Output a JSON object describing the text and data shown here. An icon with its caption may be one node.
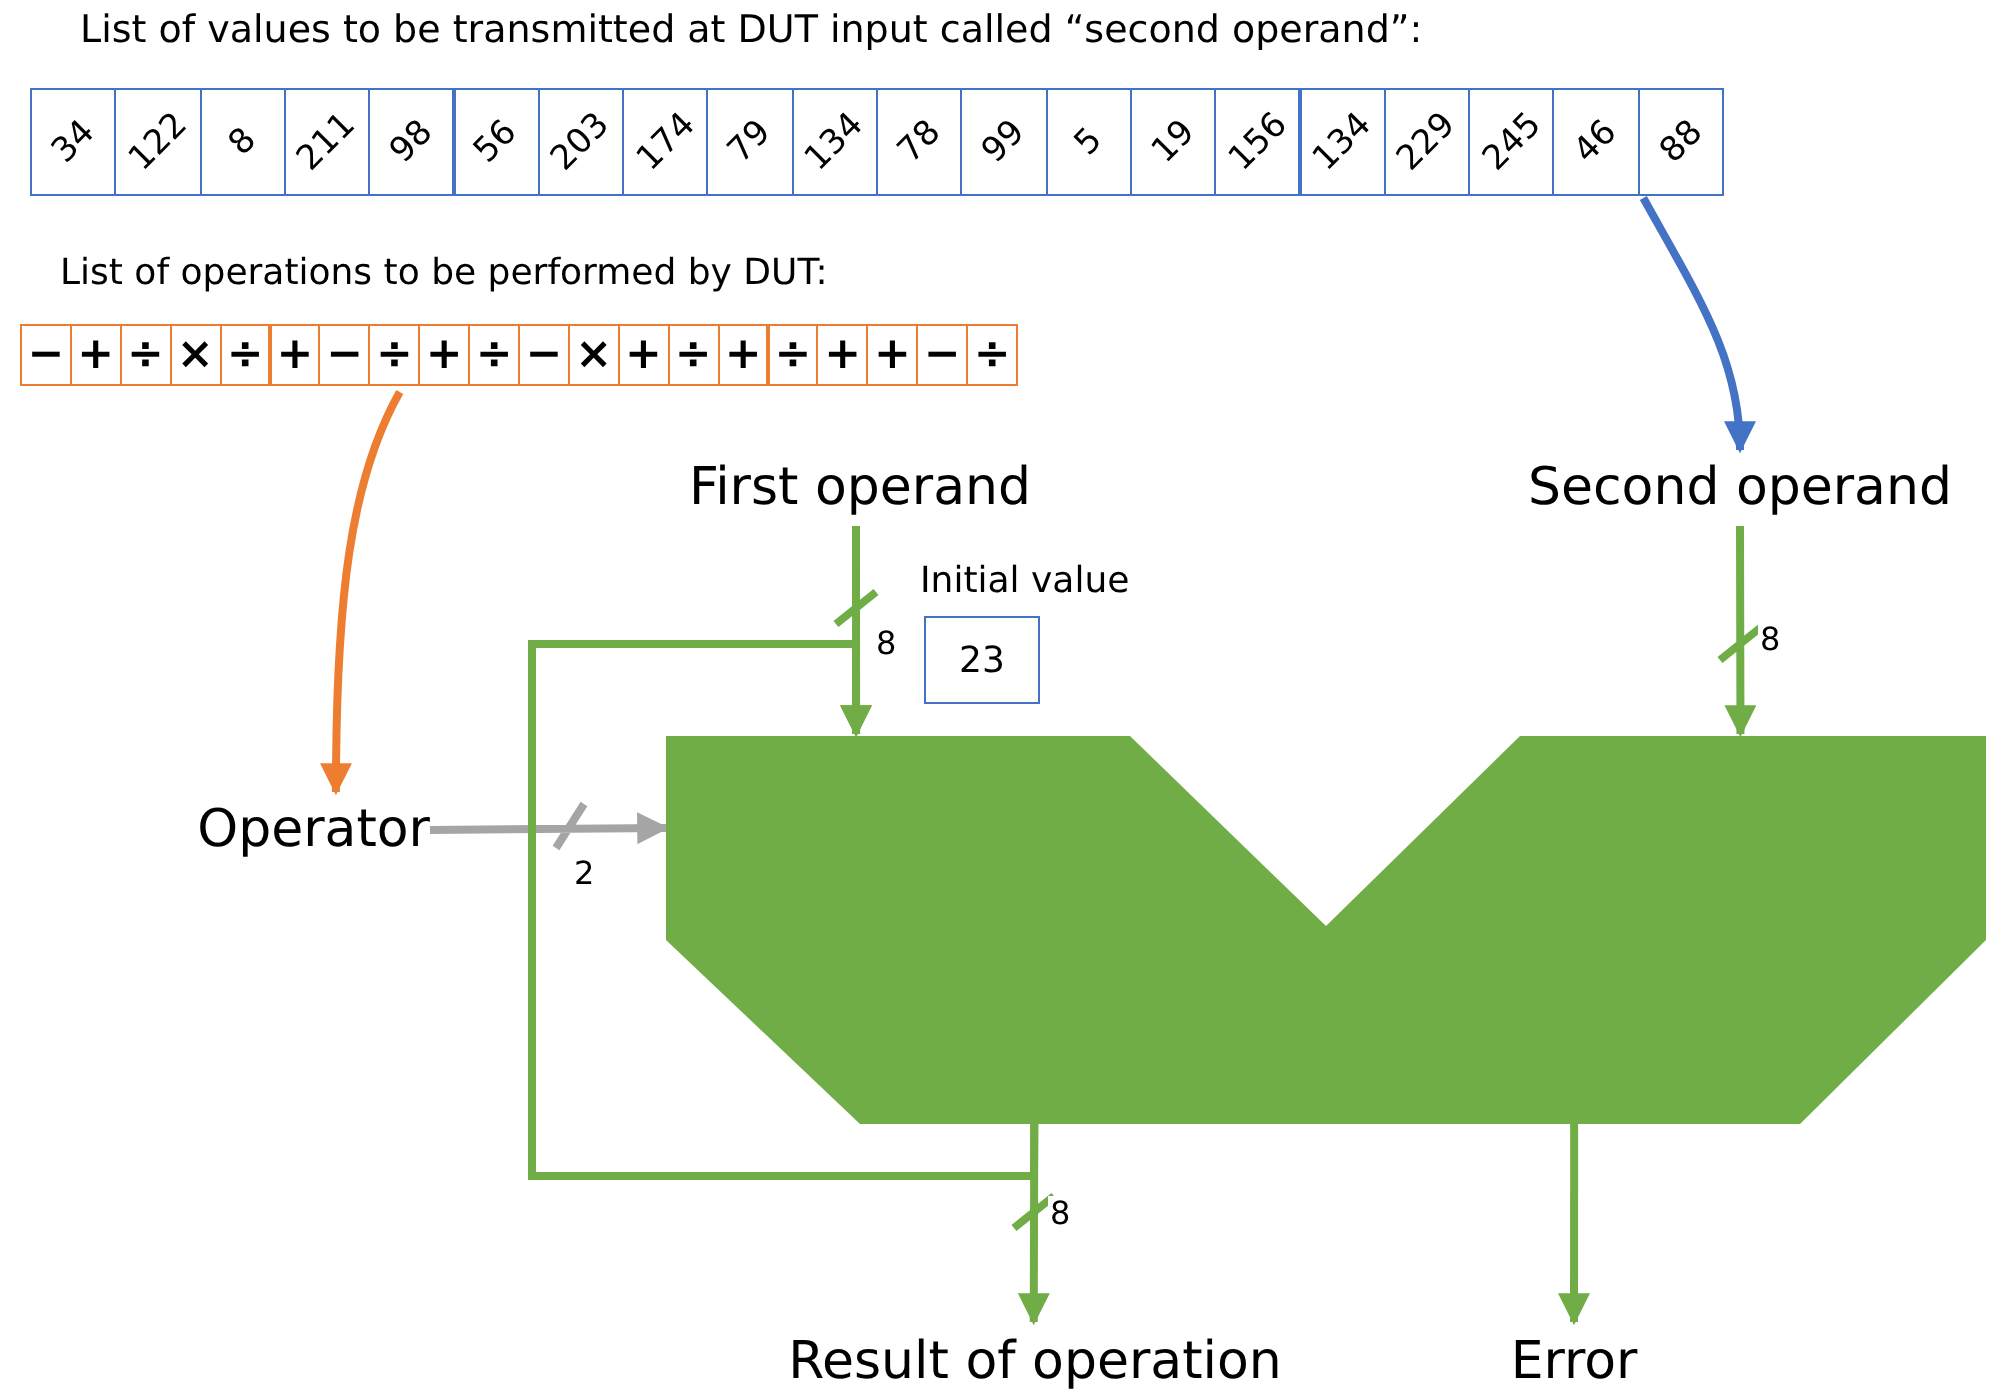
{
  "diagram": {
    "nodes": [
      {
        "text": [
          "List of values to be transmitted at DUT input called “second operand”:"
        ]
      },
      {
        "text": [
          "34"
        ],
        "in": 0
      },
      {
        "text": [
          "122"
        ],
        "in": 0
      },
      {
        "text": [
          "8"
        ],
        "in": 0
      },
      {
        "text": [
          "211"
        ],
        "in": 0
      },
      {
        "text": [
          "98"
        ],
        "in": 0
      },
      {
        "text": [
          "56"
        ],
        "in": 0
      },
      {
        "text": [
          "203"
        ],
        "in": 0
      },
      {
        "text": [
          "174"
        ],
        "in": 0
      },
      {
        "text": [
          "79"
        ],
        "in": 0
      },
      {
        "text": [
          "134"
        ],
        "in": 0
      },
      {
        "text": [
          "78"
        ],
        "in": 0
      },
      {
        "text": [
          "99"
        ],
        "in": 0
      },
      {
        "text": [
          "5"
        ],
        "in": 0
      },
      {
        "text": [
          "19"
        ],
        "in": 0
      },
      {
        "text": [
          "156"
        ],
        "in": 0
      },
      {
        "text": [
          "134"
        ],
        "in": 0
      },
      {
        "text": [
          "229"
        ],
        "in": 0
      },
      {
        "text": [
          "245"
        ],
        "in": 0
      },
      {
        "text": [
          "46"
        ],
        "in": 0
      },
      {
        "text": [
          "88"
        ],
        "in": 0
      },
      {
        "text": [
          "List of operations to be performed by DUT:"
        ]
      },
      {
        "text": [
          "−"
        ],
        "in": 21
      },
      {
        "text": [
          "+"
        ],
        "in": 21
      },
      {
        "text": [
          "÷"
        ],
        "in": 21
      },
      {
        "text": [
          "×"
        ],
        "in": 21
      },
      {
        "text": [
          "÷"
        ],
        "in": 21
      },
      {
        "text": [
          "+"
        ],
        "in": 21
      },
      {
        "text": [
          "−"
        ],
        "in": 21
      },
      {
        "text": [
          "÷"
        ],
        "in": 21
      },
      {
        "text": [
          "+"
        ],
        "in": 21
      },
      {
        "text": [
          "÷"
        ],
        "in": 21
      },
      {
        "text": [
          "−"
        ],
        "in": 21
      },
      {
        "text": [
          "×"
        ],
        "in": 21
      },
      {
        "text": [
          "+"
        ],
        "in": 21
      },
      {
        "text": [
          "÷"
        ],
        "in": 21
      },
      {
        "text": [
          "+"
        ],
        "in": 21
      },
      {
        "text": [
          "÷"
        ],
        "in": 21
      },
      {
        "text": [
          "+"
        ],
        "in": 21
      },
      {
        "text": [
          "+"
        ],
        "in": 21
      },
      {
        "text": [
          "−"
        ],
        "in": 21
      },
      {
        "text": [
          "÷"
        ],
        "in": 21
      },
      {
        "text": [
          "First operand"
        ]
      },
      {
        "text": [
          "Second operand"
        ]
      },
      {
        "text": [
          "Operator"
        ]
      },
      {
        "text": [],
        "shape": "box"
      },
      {
        "text": [
          "Initial value",
          "23"
        ]
      },
      {
        "text": [
          "Result of operation"
        ]
      },
      {
        "text": [
          "Error"
        ]
      }
    ],
    "edges": [
      {
        "from": 0,
        "to": 43,
        "arrow": "to",
        "color": "#4472c4"
      },
      {
        "from": 21,
        "to": 44,
        "arrow": "to",
        "color": "#ed7d31"
      },
      {
        "from": 42,
        "to": 45,
        "arrow": "to",
        "label": "8"
      },
      {
        "from": 43,
        "to": 45,
        "arrow": "to",
        "label": "8"
      },
      {
        "from": 44,
        "to": 45,
        "arrow": "to",
        "label": "2",
        "color": "#a5a5a5"
      },
      {
        "from": 45,
        "to": 47,
        "arrow": "to",
        "label": "8"
      },
      {
        "from": 45,
        "to": 48,
        "arrow": "to"
      },
      {
        "from": 45,
        "to": 45,
        "arrow": "to"
      }
    ]
  }
}
